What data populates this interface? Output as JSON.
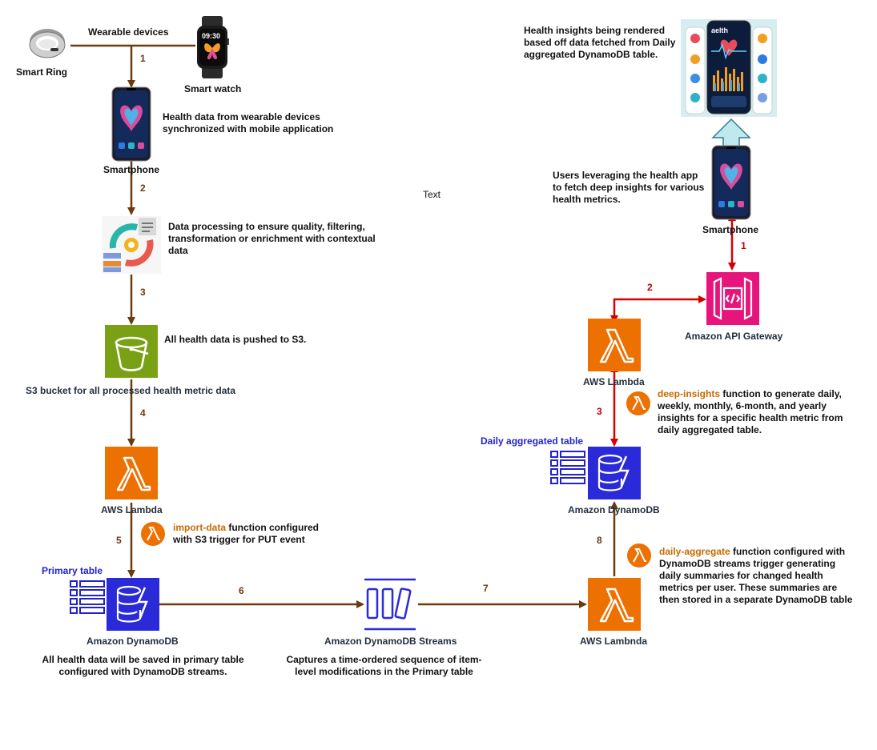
{
  "labels": {
    "wearable_devices": "Wearable devices",
    "smart_ring": "Smart Ring",
    "smart_watch": "Smart watch",
    "watch_time": "09:30",
    "smartphone": "Smartphone",
    "health_sync": "Health data from wearable devices synchronized with mobile application",
    "processing": "Data processing to ensure quality, filtering, transformation or enrichment with contextual data",
    "pushed_s3": "All health data is pushed to S3.",
    "s3_bucket": "S3 bucket for all processed health metric data",
    "aws_lambda": "AWS Lambda",
    "import_fn": "import-data",
    "import_desc": " function configured with S3 trigger for PUT event",
    "primary_table": "Primary table",
    "amazon_dynamodb": "Amazon DynamoDB",
    "primary_desc": "All health data will be saved in primary table configured with DynamoDB streams.",
    "dynamodb_streams": "Amazon DynamoDB Streams",
    "streams_desc": "Captures a time-ordered sequence of item-level modifications in the Primary table",
    "aws_lambnda": "AWS Lambnda",
    "daily_fn": "daily-aggregate",
    "daily_desc": " function configured with DynamoDB streams trigger generating daily summaries for changed health metrics per user. These summaries are then stored in a separate DynamoDB table",
    "daily_table": "Daily aggregated table",
    "deep_fn": "deep-insights",
    "deep_desc": " function to generate daily, weekly, monthly, 6-month, and yearly insights for a specific health metric from daily aggregated table.",
    "api_gateway": "Amazon API Gateway",
    "users_desc": "Users leveraging the health app to fetch deep insights for various health metrics.",
    "insights_desc": "Health insights being rendered based off data fetched from Daily aggregated DynamoDB table.",
    "text": "Text",
    "app_title": "aelth"
  },
  "steps_left": [
    "1",
    "2",
    "3",
    "4",
    "5",
    "6",
    "7",
    "8"
  ],
  "steps_right": [
    "1",
    "2",
    "3"
  ],
  "colors": {
    "brown_arrow": "#6b3a0f",
    "red_arrow": "#d40000",
    "lambda_orange": "#ed7100",
    "s3_green": "#7aa116",
    "dynamodb_blue": "#2a2ad8",
    "api_pink": "#e7157b",
    "table_blue": "#2222cc",
    "function_orange": "#c76a00"
  }
}
